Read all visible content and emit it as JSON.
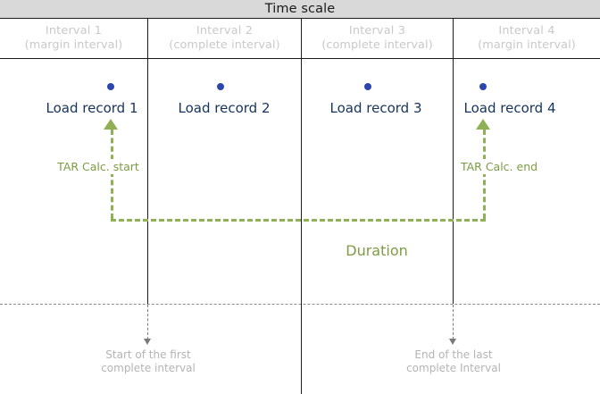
{
  "header": {
    "title": "Time scale"
  },
  "intervals": [
    {
      "name": "Interval  1",
      "sub": "(margin interval)"
    },
    {
      "name": "Interval  2",
      "sub": "(complete interval)"
    },
    {
      "name": "Interval  3",
      "sub": "(complete interval)"
    },
    {
      "name": "Interval  4",
      "sub": "(margin interval)"
    }
  ],
  "records": [
    {
      "label": "Load record 1"
    },
    {
      "label": "Load record 2"
    },
    {
      "label": "Load record 3"
    },
    {
      "label": "Load record 4"
    }
  ],
  "duration": {
    "start_label": "TAR Calc. start",
    "end_label": "TAR Calc. end",
    "span_label": "Duration"
  },
  "annotations": [
    {
      "line1": "Start of the first",
      "line2": "complete interval"
    },
    {
      "line1": "End of the last",
      "line2": "complete Interval"
    }
  ],
  "colors": {
    "band": "#d9d9d9",
    "record_text": "#16335c",
    "record_dot": "#2b46ad",
    "duration_green": "#8fb054",
    "muted_grey": "#c9c9c9",
    "rule": "#1c1c1c"
  }
}
